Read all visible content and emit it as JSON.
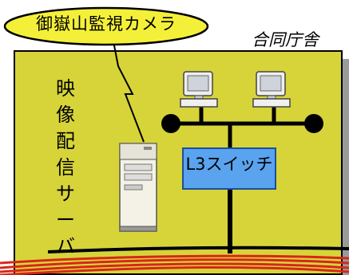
{
  "camera": {
    "label": "御嶽山監視カメラ"
  },
  "building": {
    "label": "合同庁舎"
  },
  "server": {
    "label": "映像配信サーバ"
  },
  "switch": {
    "label": "L3スイッチ"
  },
  "colors": {
    "room_fill": "#d7d43a",
    "room_shadow": "#9a9a9a",
    "callout_fill": "#f4f03a",
    "switch_fill": "#5aa3ee",
    "switch_border": "#1d4f9a",
    "cable_red": "#d8261a"
  },
  "icons": [
    "lightning-link-icon",
    "server-tower-icon",
    "desktop-pc-icon",
    "network-node-icon"
  ]
}
